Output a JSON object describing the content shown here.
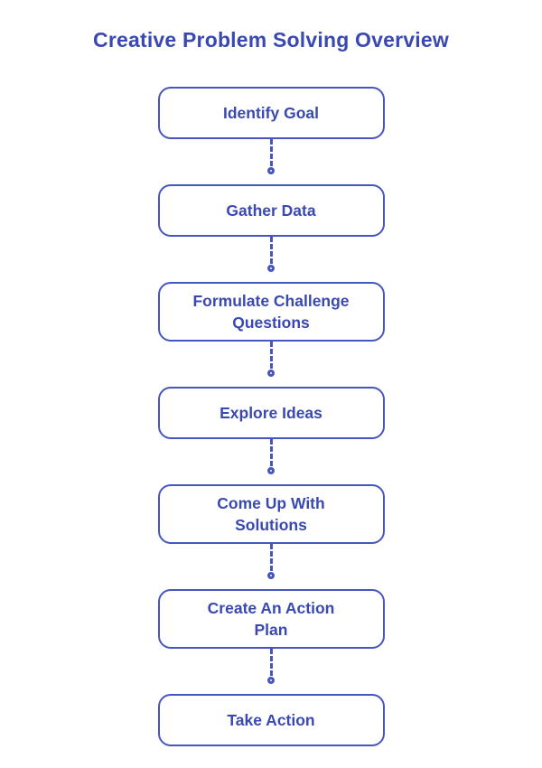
{
  "title": "Creative Problem Solving Overview",
  "colors": {
    "accent": "#3A49B1",
    "line": "#4756BE",
    "background": "#FFFFFF"
  },
  "connector_style": {
    "line": "dashed",
    "node": "ring-circle"
  },
  "steps": [
    {
      "label": "Identify Goal"
    },
    {
      "label": "Gather Data"
    },
    {
      "label": "Formulate Challenge\nQuestions"
    },
    {
      "label": "Explore Ideas"
    },
    {
      "label": "Come Up With\nSolutions"
    },
    {
      "label": "Create An Action\nPlan"
    },
    {
      "label": "Take Action"
    }
  ]
}
